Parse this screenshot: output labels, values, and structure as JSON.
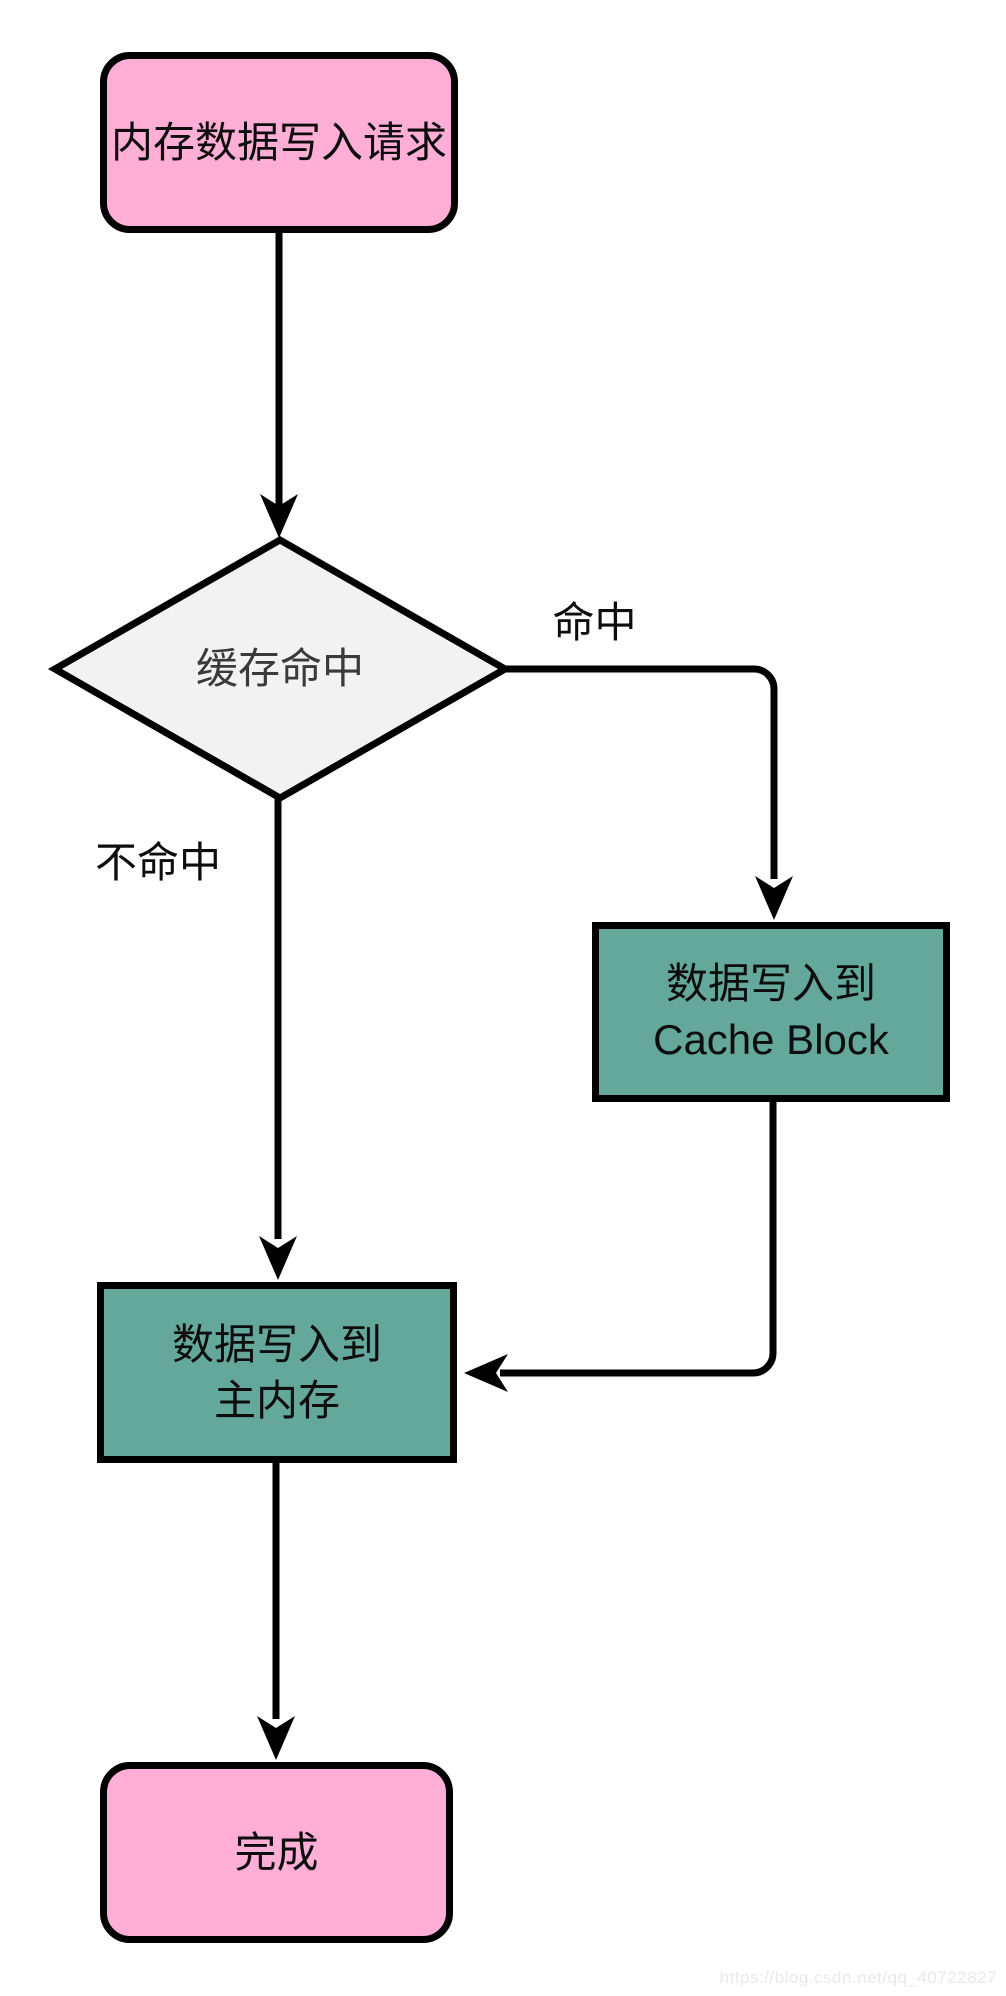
{
  "colors": {
    "node_pink": "#FFAED6",
    "node_teal": "#64A89B",
    "decision_fill": "#F2F2F2",
    "line_black": "#000000",
    "decision_text": "#3A3A3A",
    "watermark_gray": "#E9E9E9"
  },
  "nodes": {
    "start": {
      "label": "内存数据写入请求"
    },
    "decision": {
      "label": "缓存命中"
    },
    "cache_block": {
      "line1": "数据写入到",
      "line2": "Cache Block"
    },
    "main_memory": {
      "line1": "数据写入到",
      "line2": "主内存"
    },
    "done": {
      "label": "完成"
    }
  },
  "edge_labels": {
    "hit": "命中",
    "miss": "不命中"
  },
  "watermark": "https://blog.csdn.net/qq_40722827"
}
